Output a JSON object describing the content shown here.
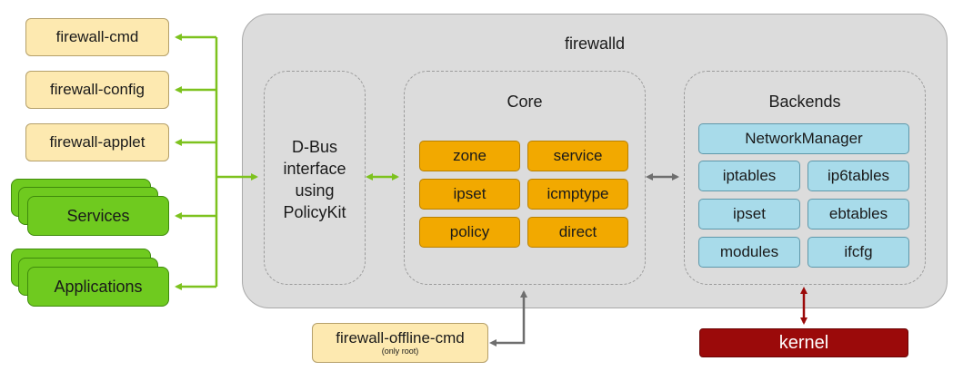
{
  "tools": [
    "firewall-cmd",
    "firewall-config",
    "firewall-applet"
  ],
  "groups": [
    "Services",
    "Applications"
  ],
  "firewalld": {
    "title": "firewalld",
    "dbus": [
      "D-Bus",
      "interface",
      "using",
      "PolicyKit"
    ],
    "core": {
      "title": "Core",
      "items": [
        "zone",
        "service",
        "ipset",
        "icmptype",
        "policy",
        "direct"
      ]
    },
    "backends": {
      "title": "Backends",
      "network_manager": "NetworkManager",
      "items": [
        "iptables",
        "ip6tables",
        "ipset",
        "ebtables",
        "modules",
        "ifcfg"
      ]
    }
  },
  "offline": {
    "label": "firewall-offline-cmd",
    "note": "(only root)"
  },
  "kernel": "kernel",
  "colors": {
    "green_arrow": "#7dc21e",
    "gray_arrow": "#6e6e6e",
    "red_arrow": "#9b0a0a"
  }
}
